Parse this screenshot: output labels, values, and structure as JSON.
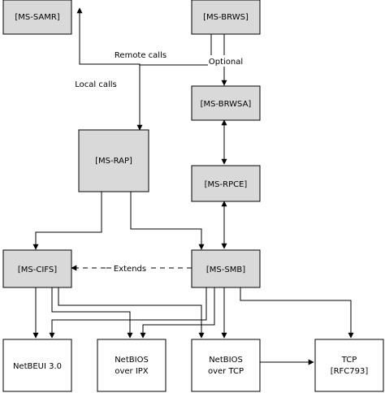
{
  "nodes": {
    "ms_samr": {
      "label": "[MS-SAMR]"
    },
    "ms_brws": {
      "label": "[MS-BRWS]"
    },
    "ms_brwsa": {
      "label": "[MS-BRWSA]"
    },
    "ms_rap": {
      "label": "[MS-RAP]"
    },
    "ms_rpce": {
      "label": "[MS-RPCE]"
    },
    "ms_cifs": {
      "label": "[MS-CIFS]"
    },
    "ms_smb": {
      "label": "[MS-SMB]"
    },
    "netbeui": {
      "label": "NetBEUI 3.0"
    },
    "netbios_ipx": {
      "line1": "NetBIOS",
      "line2": "over IPX"
    },
    "netbios_tcp": {
      "line1": "NetBIOS",
      "line2": "over TCP"
    },
    "tcp": {
      "line1": "TCP",
      "line2": "[RFC793]"
    }
  },
  "edges": {
    "remote_calls": "Remote calls",
    "local_calls": "Local calls",
    "optional": "Optional",
    "extends": "Extends"
  },
  "colors": {
    "protocol_fill": "#d9d9d9",
    "transport_fill": "#ffffff",
    "stroke": "#000000"
  }
}
